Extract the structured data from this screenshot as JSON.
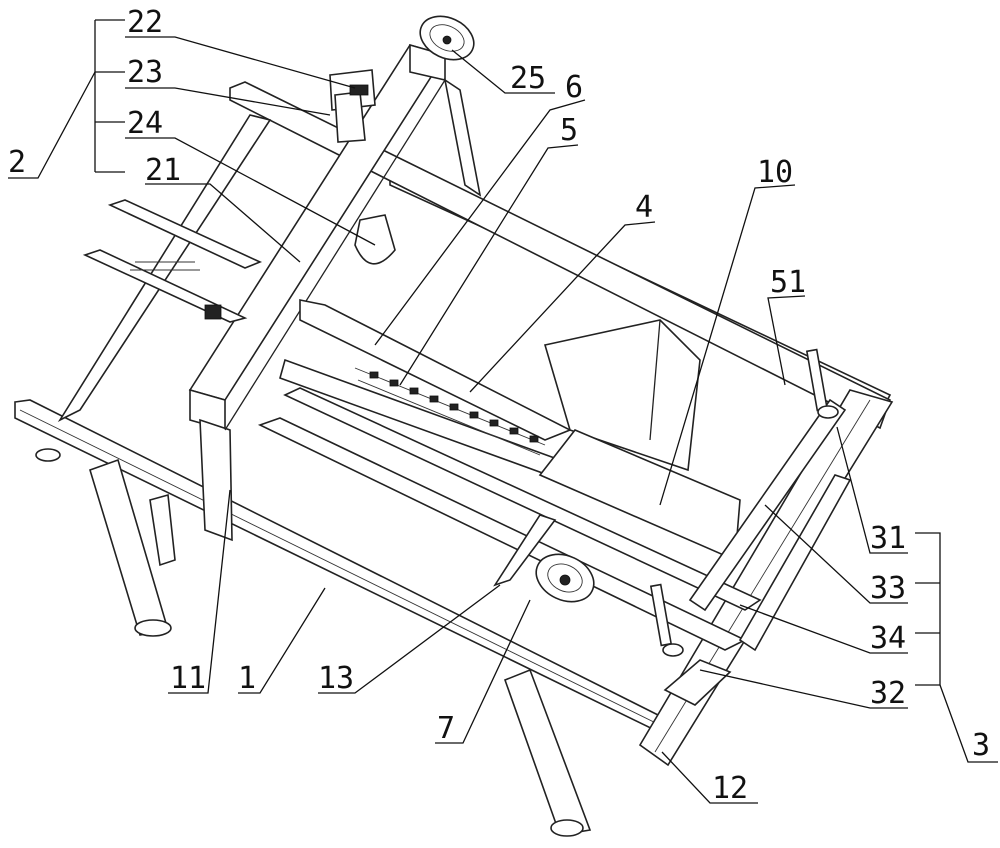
{
  "labels": {
    "l2": "2",
    "l21": "21",
    "l22": "22",
    "l23": "23",
    "l24": "24",
    "l25": "25",
    "l6": "6",
    "l5": "5",
    "l4": "4",
    "l10": "10",
    "l51": "51",
    "l31": "31",
    "l33": "33",
    "l34": "34",
    "l32": "32",
    "l3": "3",
    "l11": "11",
    "l1": "1",
    "l13": "13",
    "l7": "7",
    "l12": "12"
  }
}
